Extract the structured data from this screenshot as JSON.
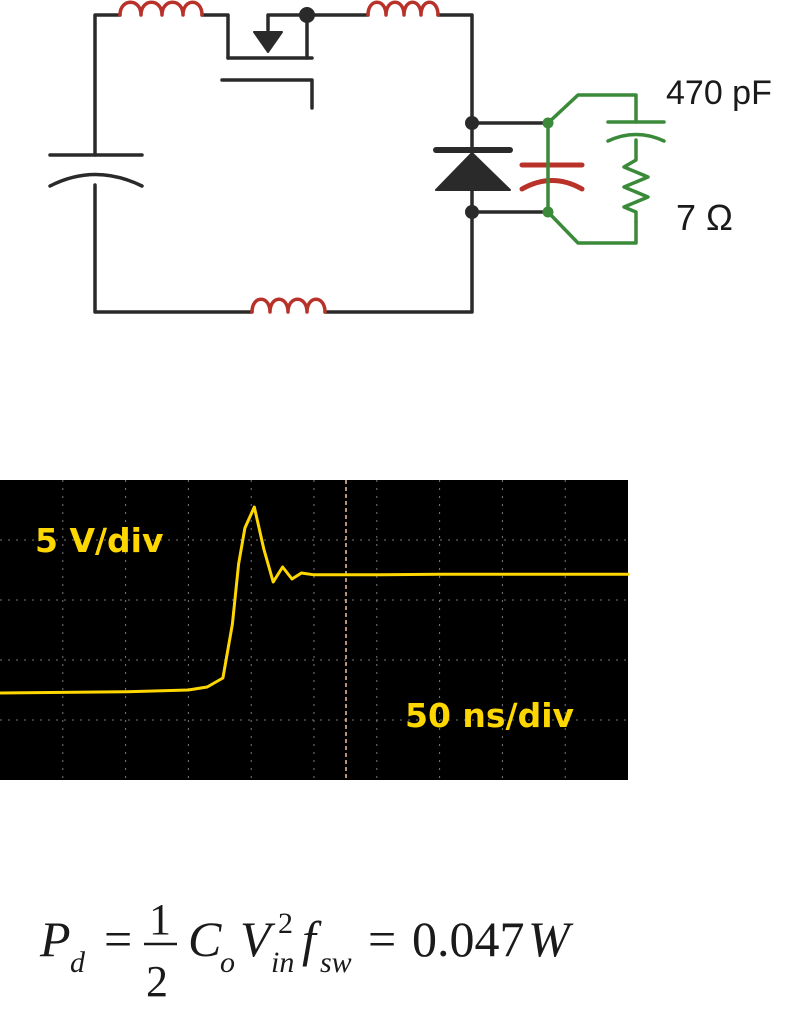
{
  "circuit": {
    "snubber_capacitor_label": "470 pF",
    "snubber_resistor_label": "7 Ω",
    "colors": {
      "wire": "#2a2a2a",
      "inductor": "#b8322a",
      "parasitic_capacitor": "#b8322a",
      "snubber": "#3a8a3a"
    }
  },
  "scope": {
    "vertical_scale_label": "5 V/div",
    "time_scale_label": "50 ns/div",
    "colors": {
      "background": "#000000",
      "trace": "#ffd700",
      "label": "#ffd700",
      "grid": "#7a7a7a",
      "cursor": "#f2c0a0"
    },
    "grid": true,
    "x_divisions": 10,
    "y_divisions": 5
  },
  "chart_data": {
    "type": "line",
    "xlabel": "",
    "ylabel": "",
    "xlim": [
      0,
      10
    ],
    "ylim": [
      0,
      5
    ],
    "series": [
      {
        "x": [
          0,
          1,
          2,
          3,
          3.3,
          3.55,
          3.7,
          3.8,
          3.9,
          4.05,
          4.2,
          4.35,
          4.5,
          4.65,
          4.8,
          5,
          6,
          7,
          8,
          9,
          10
        ],
        "y": [
          1.45,
          1.46,
          1.47,
          1.5,
          1.55,
          1.7,
          2.6,
          3.6,
          4.2,
          4.55,
          3.85,
          3.3,
          3.55,
          3.35,
          3.45,
          3.42,
          3.42,
          3.43,
          3.43,
          3.43,
          3.43
        ]
      }
    ]
  },
  "equation": {
    "lhs_symbol": "P",
    "lhs_subscript": "d",
    "equals": "=",
    "fraction_numerator": "1",
    "fraction_denominator": "2",
    "cap_symbol": "C",
    "cap_subscript": "o",
    "volt_symbol": "V",
    "volt_superscript": "2",
    "volt_subscript": "in",
    "freq_symbol": "f",
    "freq_subscript": "sw",
    "result": "0.047",
    "result_unit": "W"
  }
}
